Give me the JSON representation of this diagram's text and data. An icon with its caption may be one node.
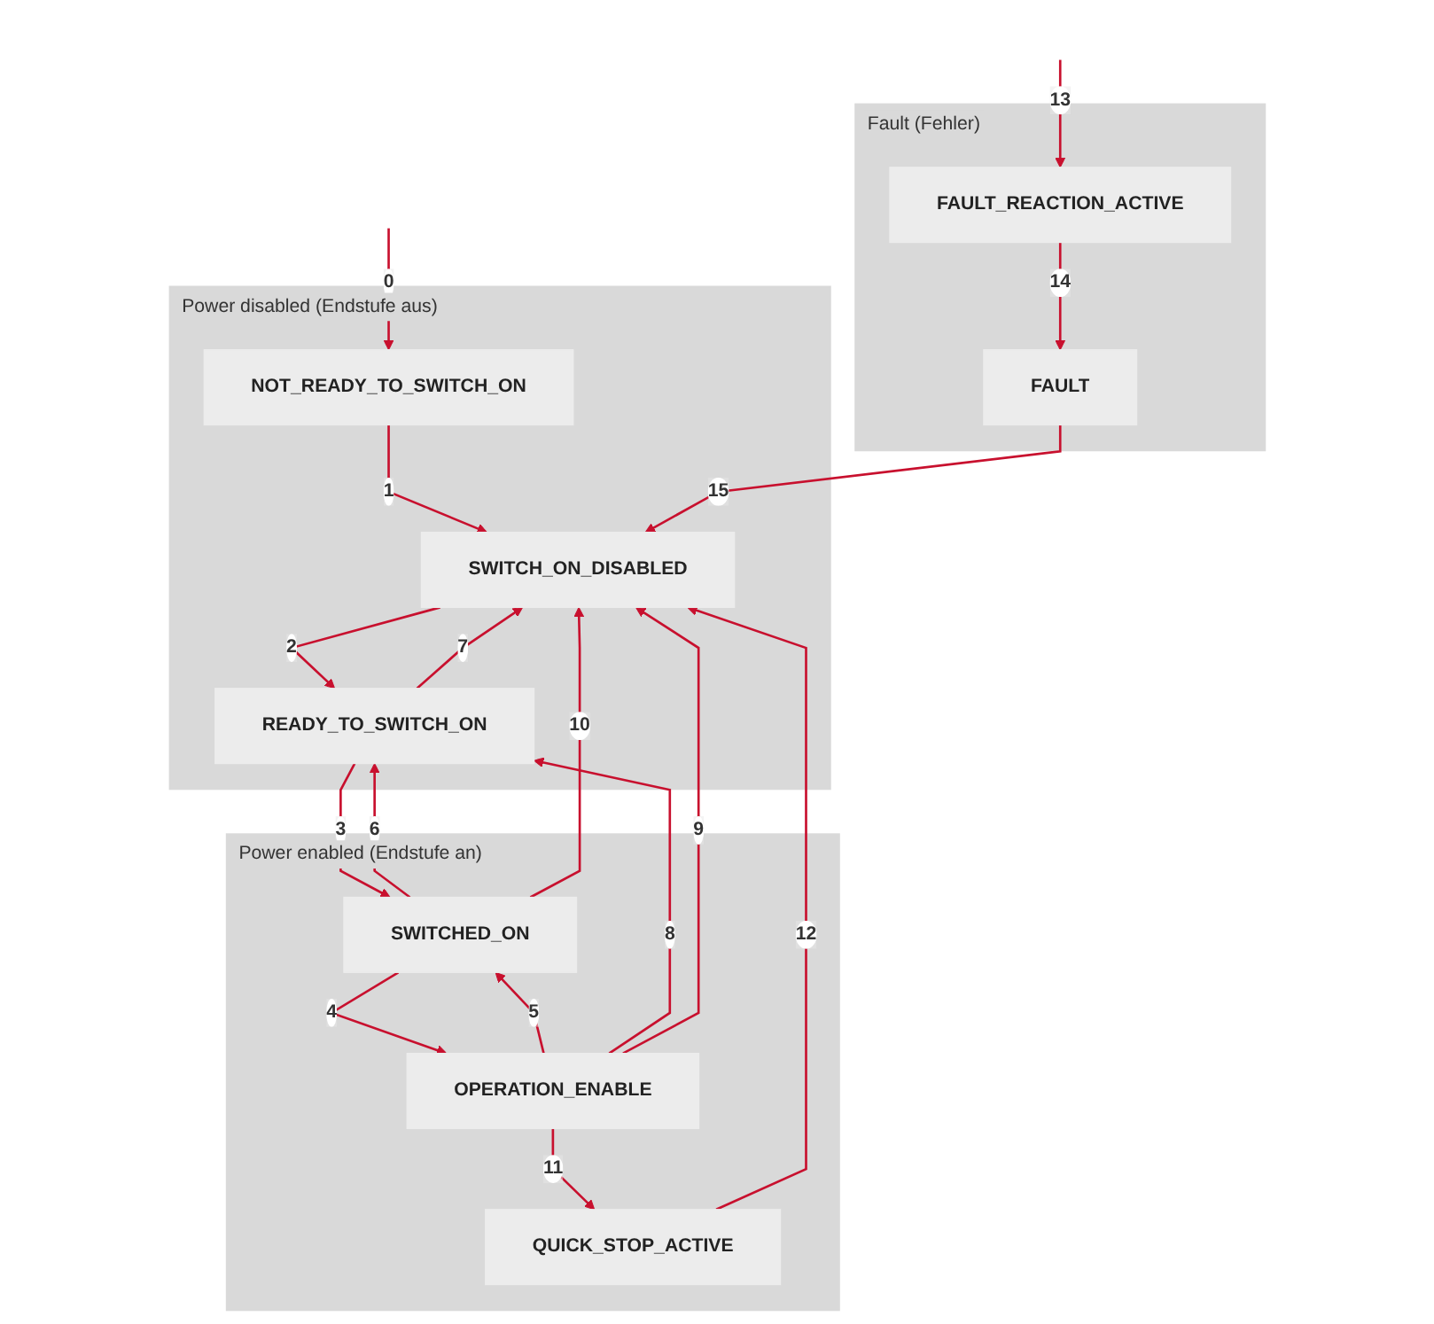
{
  "diagram": {
    "nodes": [
      {
        "text": [
          "Power disabled (Endstufe aus)"
        ]
      },
      {
        "text": [
          "NOT_READY_TO_SWITCH_ON"
        ],
        "in": 0
      },
      {
        "text": [
          "SWITCH_ON_DISABLED"
        ],
        "in": 0
      },
      {
        "text": [
          "READY_TO_SWITCH_ON"
        ],
        "in": 0
      },
      {
        "text": [
          "Fault (Fehler)"
        ]
      },
      {
        "text": [
          "FAULT_REACTION_ACTIVE"
        ],
        "in": 4
      },
      {
        "text": [
          "FAULT"
        ],
        "in": 4
      },
      {
        "text": [
          "Power enabled (Endstufe an)"
        ]
      },
      {
        "text": [
          "SWITCHED_ON"
        ],
        "in": 7
      },
      {
        "text": [
          "OPERATION_ENABLE"
        ],
        "in": 7
      },
      {
        "text": [
          "QUICK_STOP_ACTIVE"
        ],
        "in": 7
      }
    ],
    "edges": [
      {
        "from": null,
        "to": 1,
        "arrow": "to",
        "label": "0"
      },
      {
        "from": 1,
        "to": 2,
        "arrow": "to",
        "label": "1"
      },
      {
        "from": 2,
        "to": 3,
        "arrow": "to",
        "label": "2"
      },
      {
        "from": 3,
        "to": 8,
        "arrow": "to",
        "label": "3"
      },
      {
        "from": 8,
        "to": 9,
        "arrow": "to",
        "label": "4"
      },
      {
        "from": 9,
        "to": 8,
        "arrow": "to",
        "label": "5"
      },
      {
        "from": 8,
        "to": 3,
        "arrow": "to",
        "label": "6"
      },
      {
        "from": 3,
        "to": 2,
        "arrow": "to",
        "label": "7"
      },
      {
        "from": 9,
        "to": 3,
        "arrow": "to",
        "label": "8"
      },
      {
        "from": 9,
        "to": 2,
        "arrow": "to",
        "label": "9"
      },
      {
        "from": 8,
        "to": 2,
        "arrow": "to",
        "label": "10"
      },
      {
        "from": 9,
        "to": 10,
        "arrow": "to",
        "label": "11"
      },
      {
        "from": 10,
        "to": 2,
        "arrow": "to",
        "label": "12"
      },
      {
        "from": null,
        "to": 5,
        "arrow": "to",
        "label": "13"
      },
      {
        "from": 5,
        "to": 6,
        "arrow": "to",
        "label": "14"
      },
      {
        "from": 6,
        "to": 2,
        "arrow": "to",
        "label": "15"
      }
    ]
  }
}
